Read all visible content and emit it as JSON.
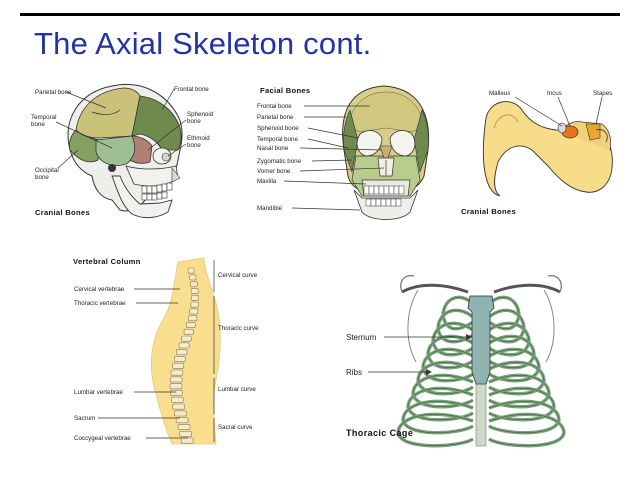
{
  "slide": {
    "title": "The Axial Skeleton cont."
  },
  "cranial": {
    "labels": {
      "parietal": "Parietal bone",
      "frontal": "Frontal bone",
      "temporal_1": "Temporal",
      "temporal_2": "bone",
      "sphenoid_1": "Sphenoid",
      "sphenoid_2": "bone",
      "ethmoid_1": "Ethmoid",
      "ethmoid_2": "bone",
      "occipital_1": "Occipital",
      "occipital_2": "bone"
    },
    "caption": "Cranial Bones"
  },
  "facial": {
    "heading": "Facial Bones",
    "labels": [
      "Frontal bone",
      "Parietal bone",
      "Sphenoid bone",
      "Temporal bone",
      "Nasal bone",
      "Zygomatic bone",
      "Vomer bone",
      "Maxilla"
    ],
    "mandible": "Mandible"
  },
  "ear": {
    "labels": {
      "malleus": "Malleus",
      "incus": "Incus",
      "stapes": "Stapes"
    },
    "caption": "Cranial Bones"
  },
  "vertebral": {
    "heading": "Vertebral Column",
    "left_labels": {
      "cervical": "Cervical vertebrae",
      "thoracic": "Thoracic vertebrae",
      "lumbar": "Lumbar vertebrae",
      "sacrum": "Sacrum",
      "coccygeal": "Coccygeal vertebrae"
    },
    "right_labels": {
      "cervical": "Cervical curve",
      "thoracic": "Thoracic curve",
      "lumbar": "Lumbar curve",
      "sacral": "Sacral curve"
    }
  },
  "thoracic": {
    "labels": {
      "sternum": "Sternum",
      "ribs": "Ribs"
    },
    "caption": "Thoracic Cage"
  },
  "colors": {
    "title": "#2233a8",
    "bone": "#c8d8a0",
    "parietal": "#cbc27a",
    "frontal": "#6e8a4c",
    "temporal": "#9fbf93",
    "sphenoid": "#b07f74",
    "ossicle": "#e8741e",
    "spine_body": "#f7d36a",
    "sternum": "#8fb3b0",
    "ribs": "#7aa37a"
  }
}
